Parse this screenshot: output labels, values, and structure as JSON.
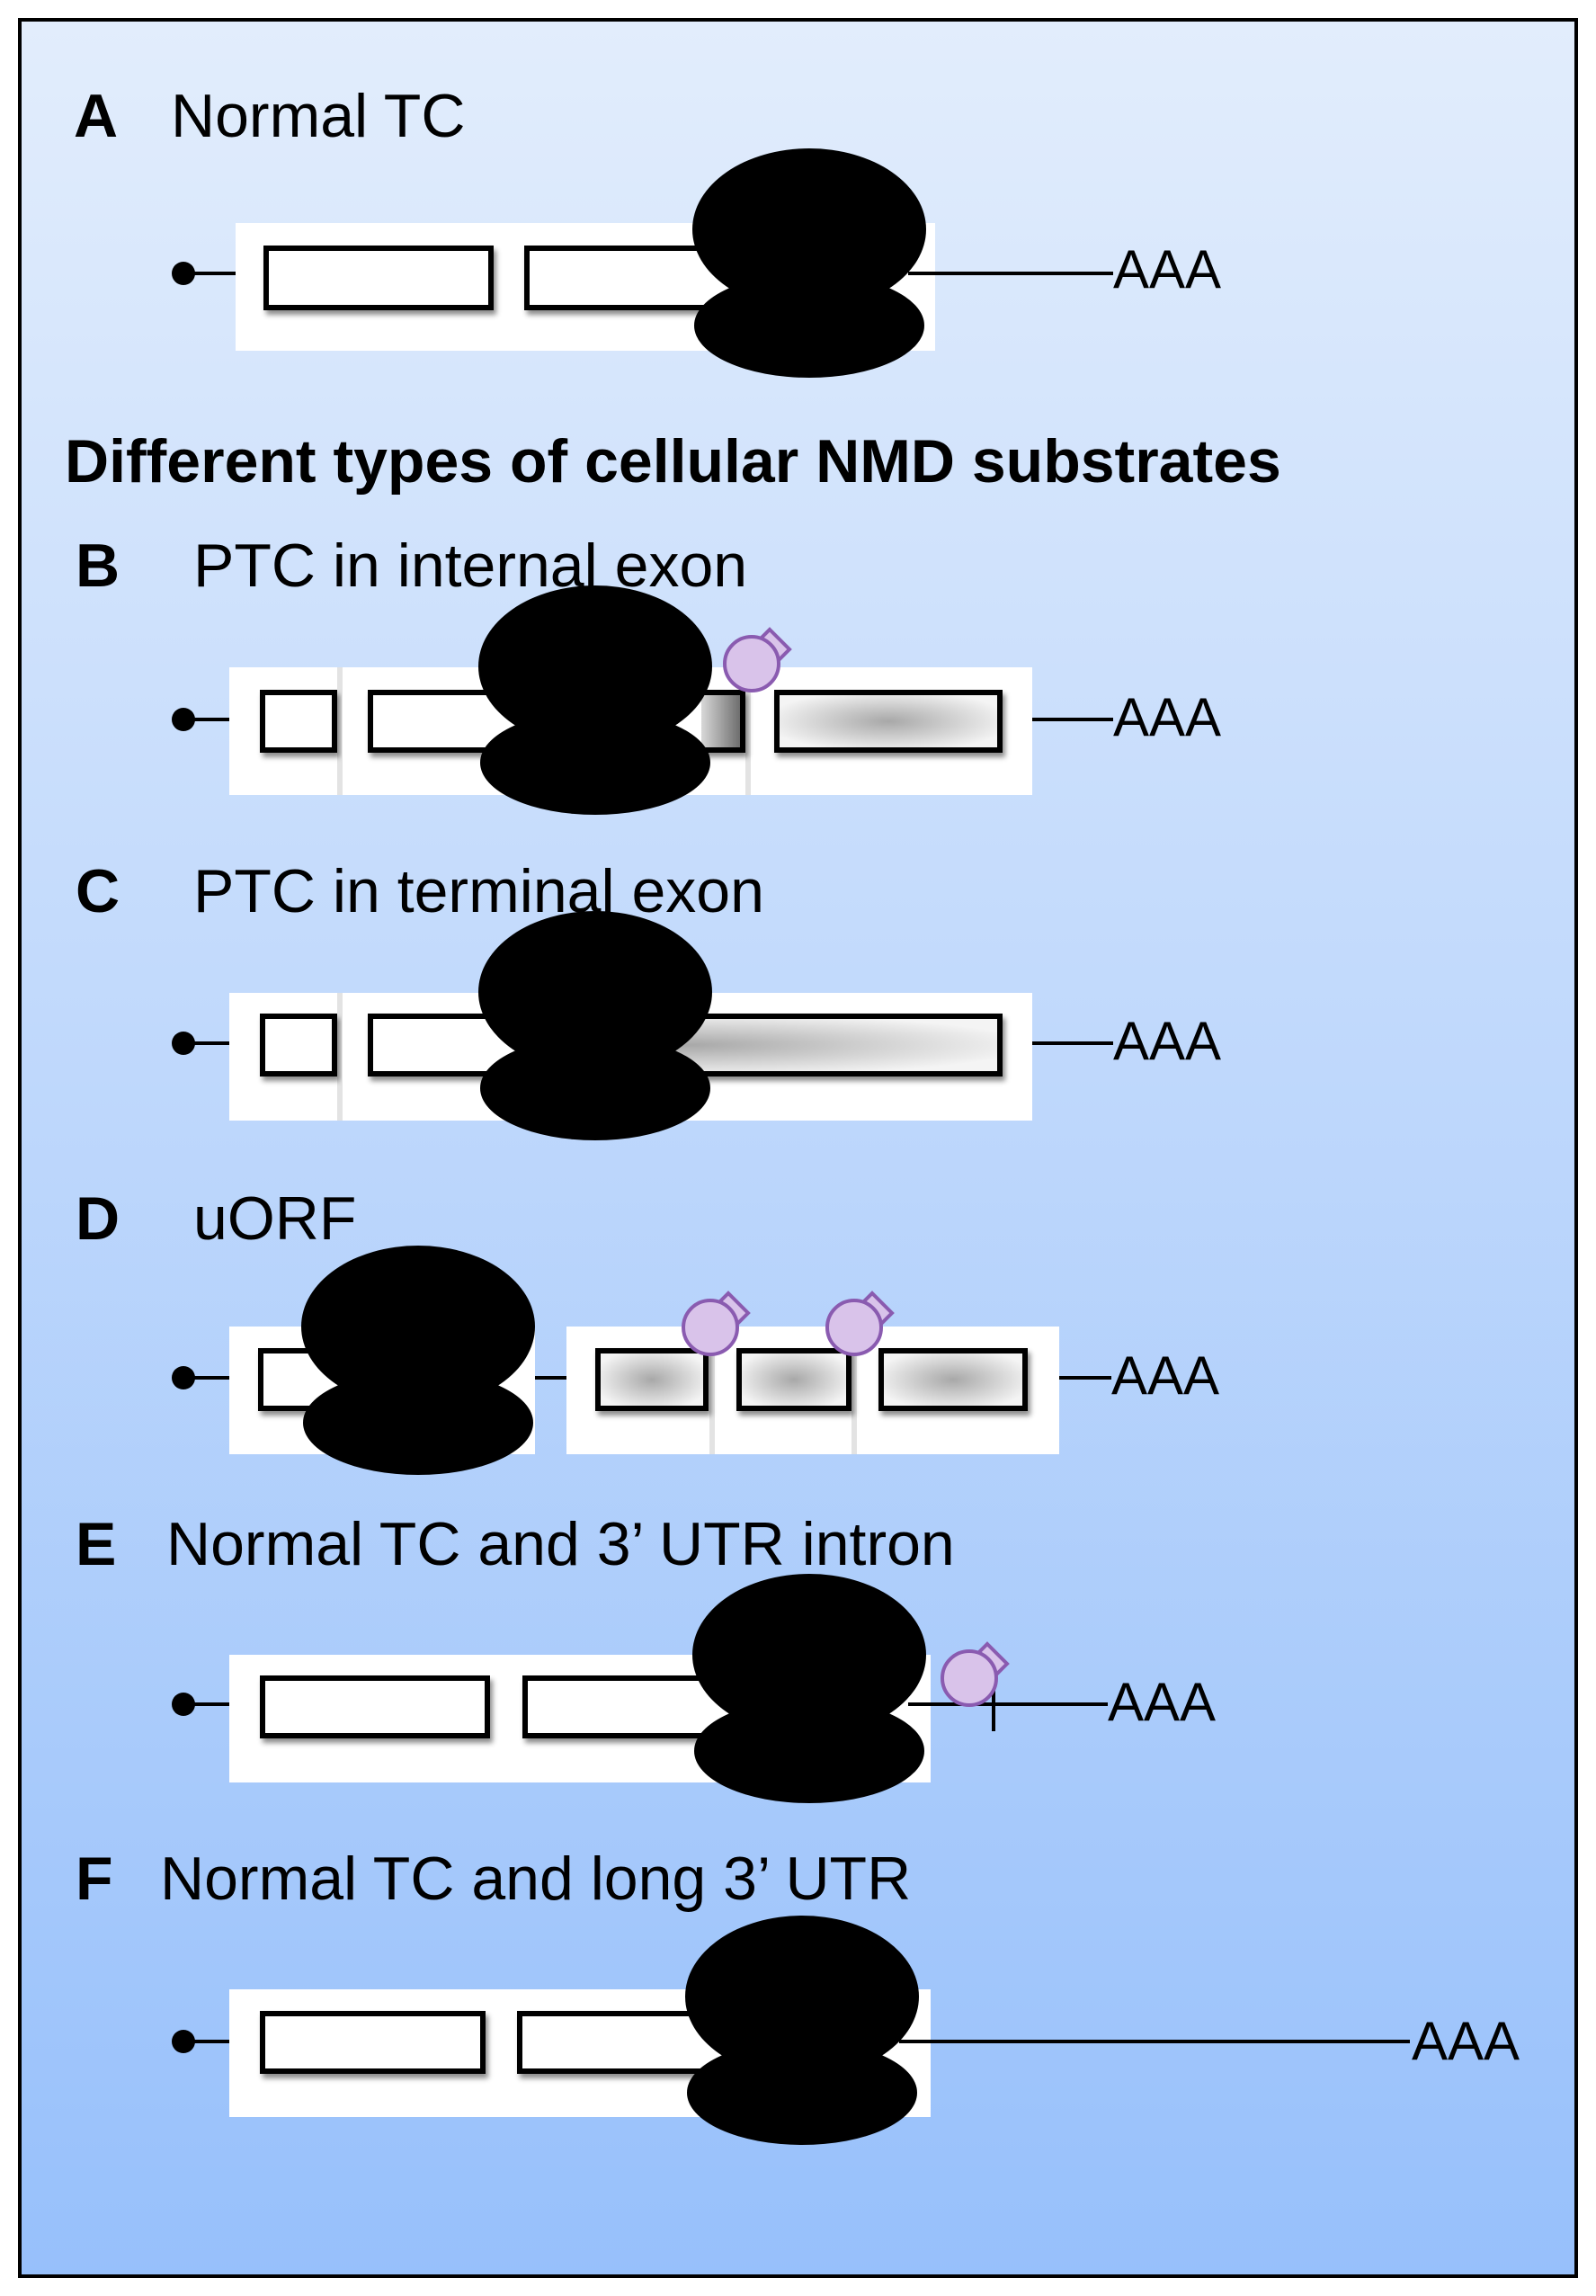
{
  "figure": {
    "background_top": "#e2edfc",
    "background_bottom": "#97c0fb",
    "border_color": "#000000",
    "section_heading": "Different types of cellular NMD substrates",
    "panels": [
      {
        "id": "A",
        "letter": "A",
        "title": "Normal TC",
        "polya": "AAA"
      },
      {
        "id": "B",
        "letter": "B",
        "title": "PTC in internal exon",
        "polya": "AAA"
      },
      {
        "id": "C",
        "letter": "C",
        "title": "PTC in terminal exon",
        "polya": "AAA"
      },
      {
        "id": "D",
        "letter": "D",
        "title": "uORF",
        "polya": "AAA"
      },
      {
        "id": "E",
        "letter": "E",
        "title": "Normal TC and 3’ UTR intron",
        "polya": "AAA"
      },
      {
        "id": "F",
        "letter": "F",
        "title": "Normal TC and long 3’ UTR",
        "polya": "AAA"
      }
    ],
    "colors": {
      "ribosome": "#000000",
      "ejc_fill": "#d9c3ea",
      "ejc_stroke": "#8a5bb0",
      "exon_fill": "#ffffff",
      "exon_shaded_center": "#a8a8a8",
      "backdrop": "#ffffff"
    },
    "icons": [
      "cap-icon",
      "ribosome-icon",
      "ejc-icon",
      "exon-box"
    ]
  }
}
